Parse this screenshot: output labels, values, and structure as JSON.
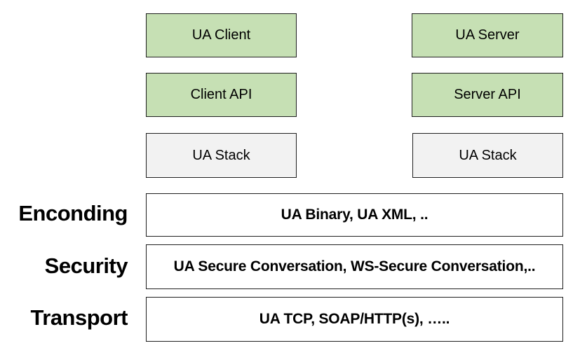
{
  "client": {
    "app": "UA Client",
    "api": "Client API",
    "stack": "UA Stack"
  },
  "server": {
    "app": "UA Server",
    "api": "Server API",
    "stack": "UA Stack"
  },
  "layers": {
    "encoding": {
      "label": "Enconding",
      "content": "UA Binary, UA XML, .."
    },
    "security": {
      "label": "Security",
      "content": "UA Secure Conversation, WS-Secure Conversation,.."
    },
    "transport": {
      "label": "Transport",
      "content": "UA TCP, SOAP/HTTP(s), ….."
    }
  },
  "colors": {
    "application_fill": "#c6e0b4",
    "stack_fill": "#f2f2f2",
    "layer_fill": "#ffffff",
    "border": "#1f1f1f"
  }
}
